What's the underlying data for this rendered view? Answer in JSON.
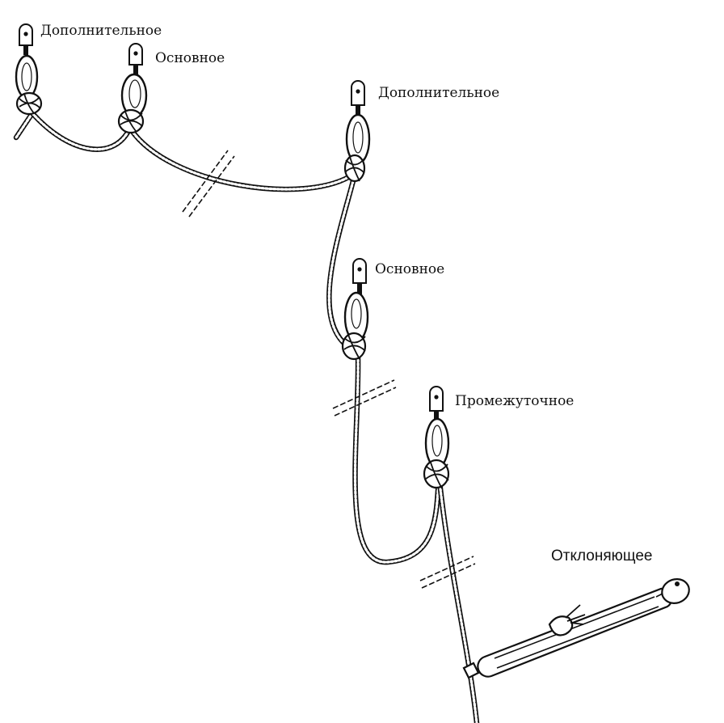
{
  "labels": {
    "additional_1": "Дополнительное",
    "main_1": "Основное",
    "additional_2": "Дополнительное",
    "main_2": "Основное",
    "intermediate": "Промежуточное",
    "deflecting": "Отклоняющее"
  },
  "icons": {
    "anchor": "anchor-plate-icon",
    "knot": "rope-knot-icon",
    "turnbuckle": "turnbuckle-icon"
  },
  "colors": {
    "ink": "#111111",
    "background": "#ffffff"
  }
}
